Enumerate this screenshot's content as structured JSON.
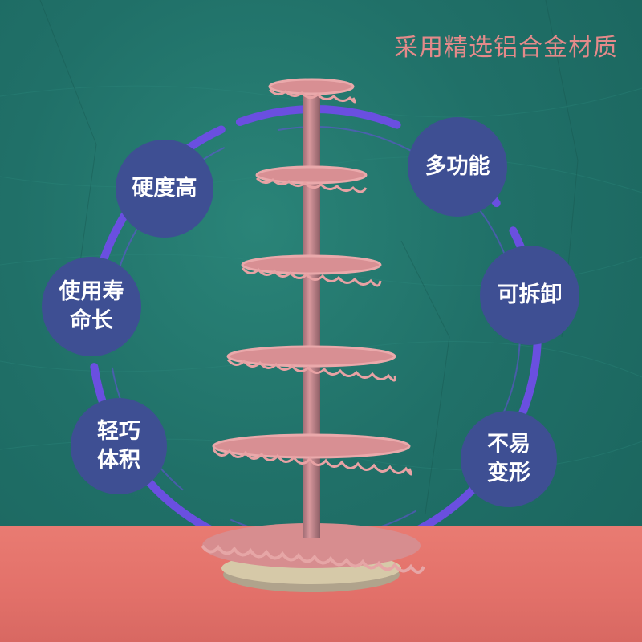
{
  "headline": "采用精选铝合金材质",
  "features": {
    "hardness": "硬度高",
    "multi_function": "多功能",
    "long_life": "使用寿命长",
    "detachable": "可拆卸",
    "lightweight": "轻巧体积",
    "no_deform": "不易变形"
  },
  "colors": {
    "background": "#1f7268",
    "ring": "#6a4fe0",
    "bubble": "#3e4f93",
    "table": "#e27069",
    "headline": "#e48a8a",
    "stand": "#c9858a"
  }
}
